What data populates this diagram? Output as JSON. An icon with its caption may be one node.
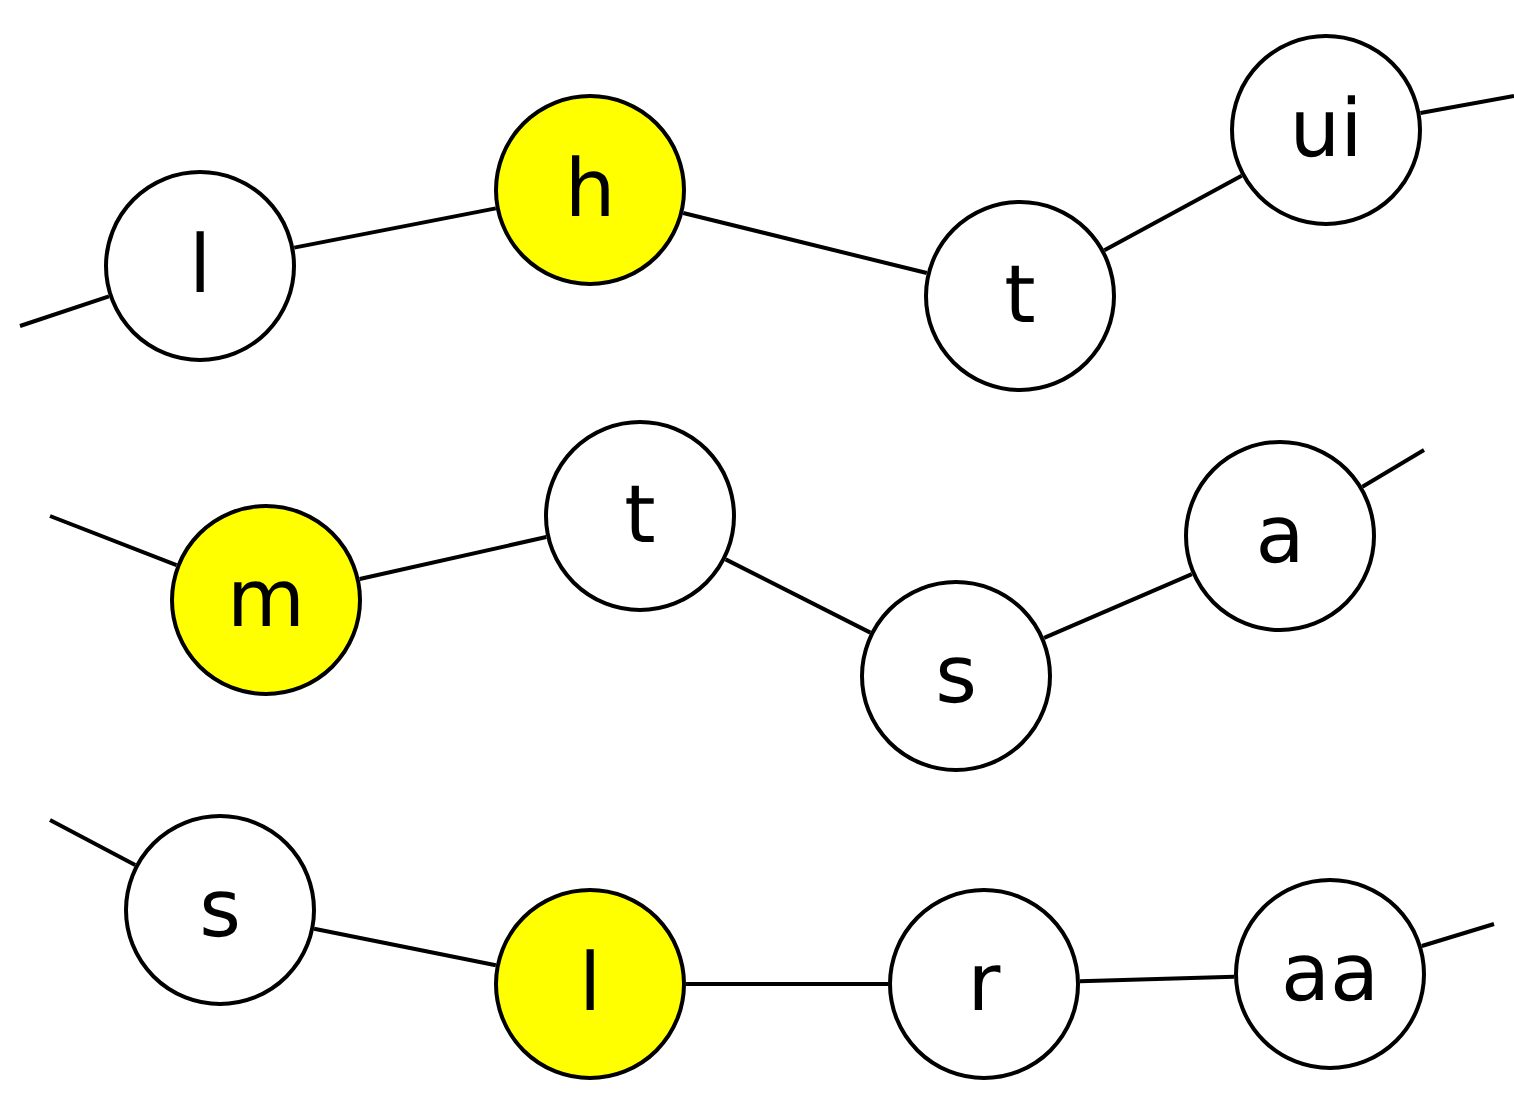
{
  "diagram": {
    "nodes": [
      {
        "text": [
          "l"
        ]
      },
      {
        "text": [
          "h"
        ]
      },
      {
        "text": [
          "t"
        ]
      },
      {
        "text": [
          "ui"
        ]
      },
      {
        "text": [
          "m"
        ]
      },
      {
        "text": [
          "t"
        ]
      },
      {
        "text": [
          "s"
        ]
      },
      {
        "text": [
          "a"
        ]
      },
      {
        "text": [
          "s"
        ]
      },
      {
        "text": [
          "l"
        ]
      },
      {
        "text": [
          "r"
        ]
      },
      {
        "text": [
          "aa"
        ]
      }
    ],
    "edges": [
      {
        "from": null,
        "to": 0,
        "arrow": "none"
      },
      {
        "from": 0,
        "to": 1,
        "arrow": "none"
      },
      {
        "from": 1,
        "to": 2,
        "arrow": "none"
      },
      {
        "from": 2,
        "to": 3,
        "arrow": "none"
      },
      {
        "from": 3,
        "to": null,
        "arrow": "none"
      },
      {
        "from": null,
        "to": 4,
        "arrow": "none"
      },
      {
        "from": 4,
        "to": 5,
        "arrow": "none"
      },
      {
        "from": 5,
        "to": 6,
        "arrow": "none"
      },
      {
        "from": 6,
        "to": 7,
        "arrow": "none"
      },
      {
        "from": 7,
        "to": null,
        "arrow": "none"
      },
      {
        "from": null,
        "to": 8,
        "arrow": "none"
      },
      {
        "from": 8,
        "to": 9,
        "arrow": "none"
      },
      {
        "from": 9,
        "to": 10,
        "arrow": "none"
      },
      {
        "from": 10,
        "to": 11,
        "arrow": "none"
      },
      {
        "from": 11,
        "to": null,
        "arrow": "none"
      }
    ]
  }
}
